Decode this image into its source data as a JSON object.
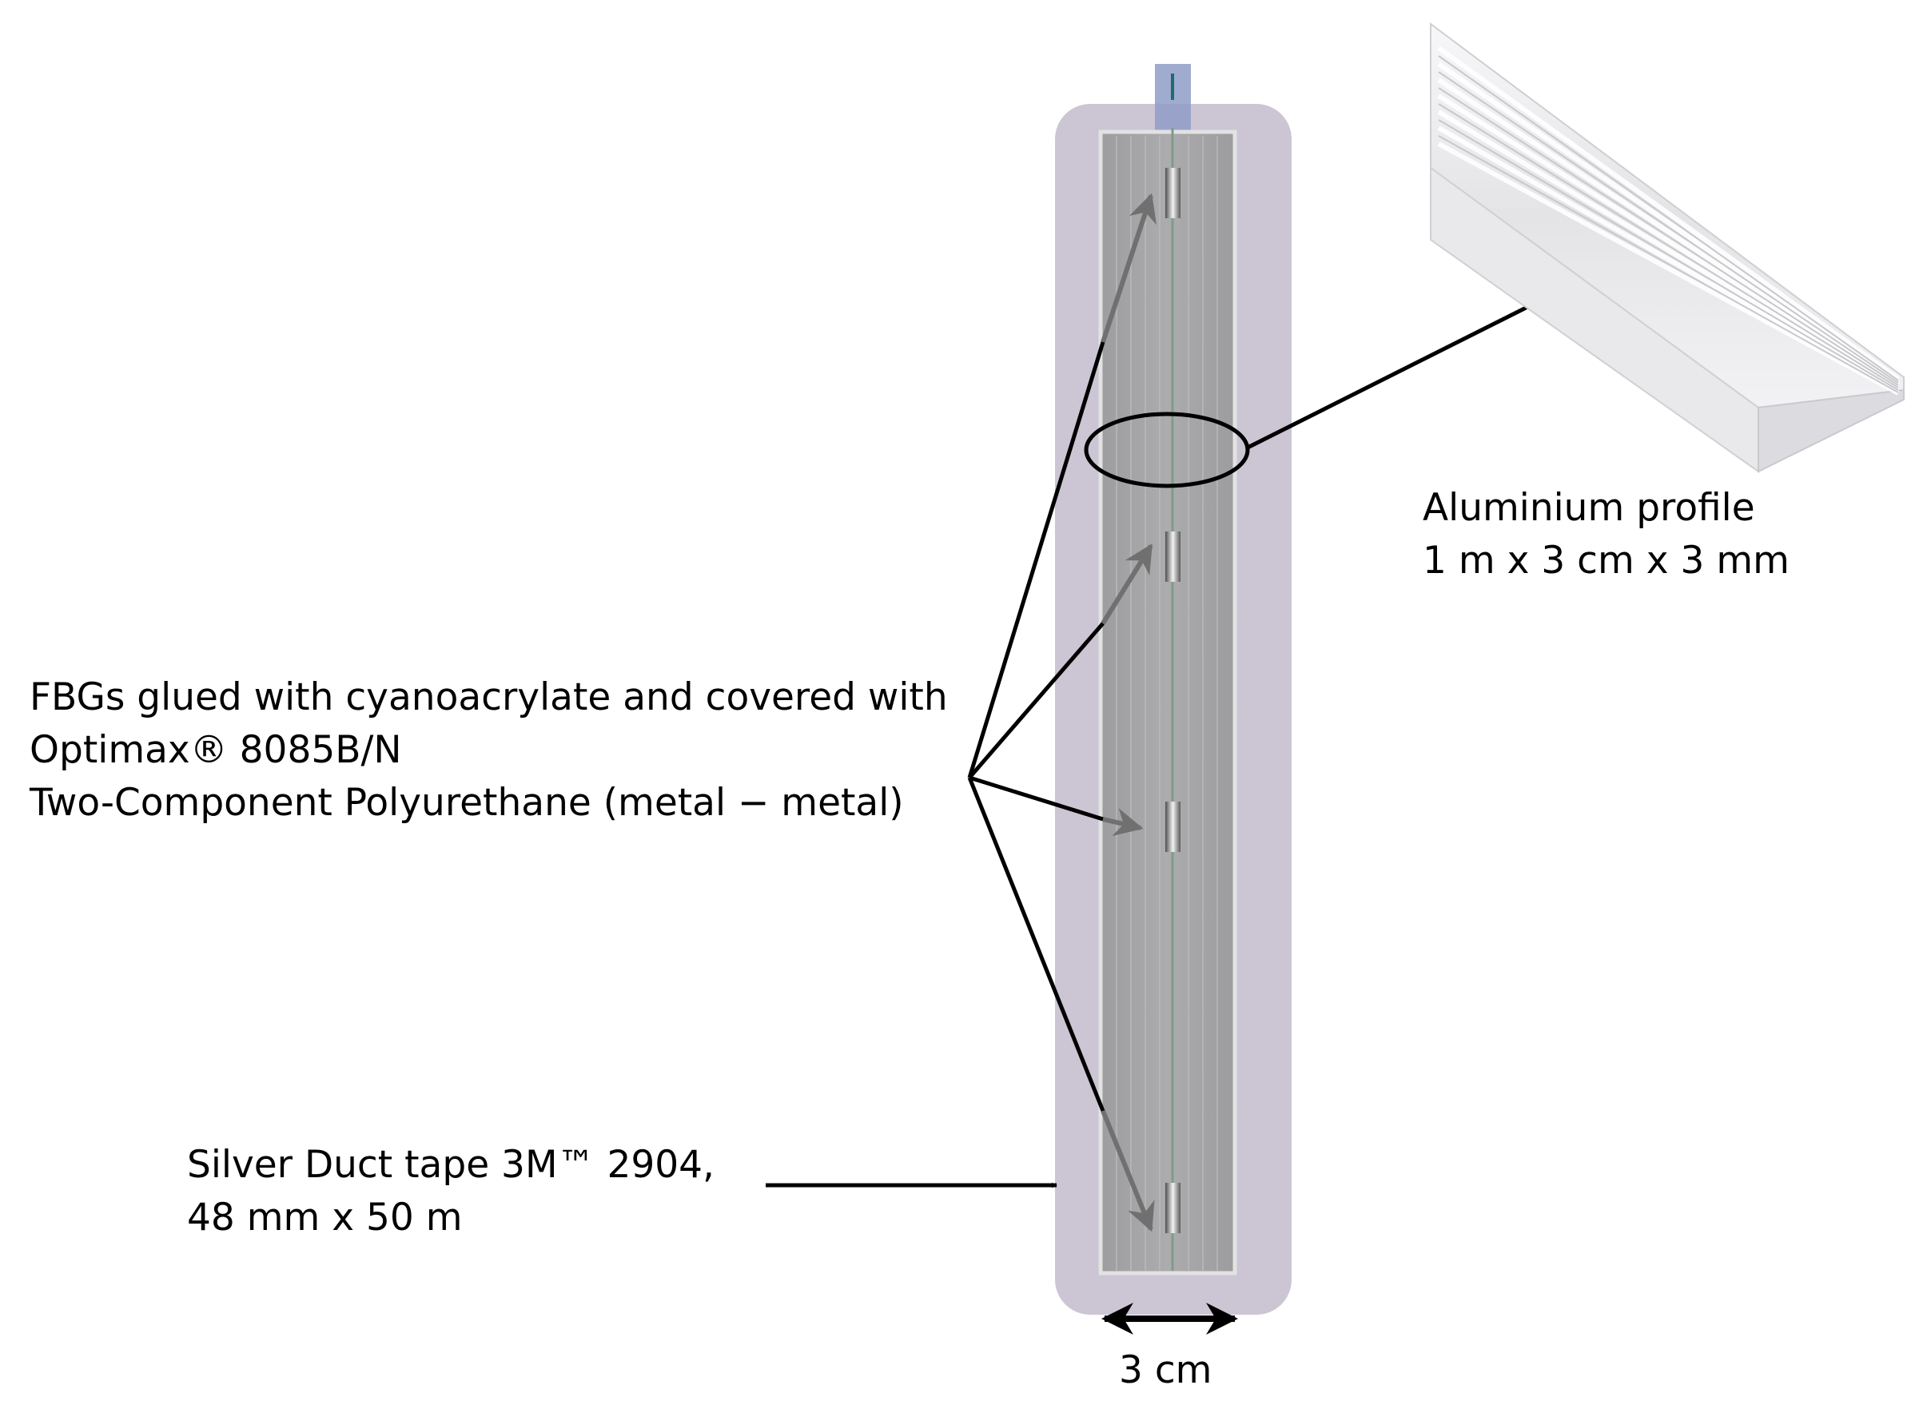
{
  "labels": {
    "fbg": {
      "line1": "FBGs glued with cyanoacrylate and covered with",
      "line2": "Optimax® 8085B/N",
      "line3": "Two-Component Polyurethane (metal − metal)"
    },
    "aluminium_profile": {
      "line1": "Aluminium profile",
      "line2": "1 m x 3 cm x 3 mm"
    },
    "duct_tape": {
      "line1": "Silver Duct tape 3M™ 2904,",
      "line2": "48 mm x 50 m"
    },
    "width": "3 cm"
  },
  "colors": {
    "tape": "#ccc5d4",
    "profile": "#a4a4a6",
    "profile_border": "#e2e2e2",
    "fiber": "#7f9c86",
    "connector": "#8f9cc8",
    "annotation": "#000000",
    "inner_arrow": "#707070",
    "fbg_sensor": "#6e6e6e"
  },
  "icons": {
    "fbg_sensor": "fbg-sensor-icon",
    "connector": "fiber-connector-icon"
  }
}
